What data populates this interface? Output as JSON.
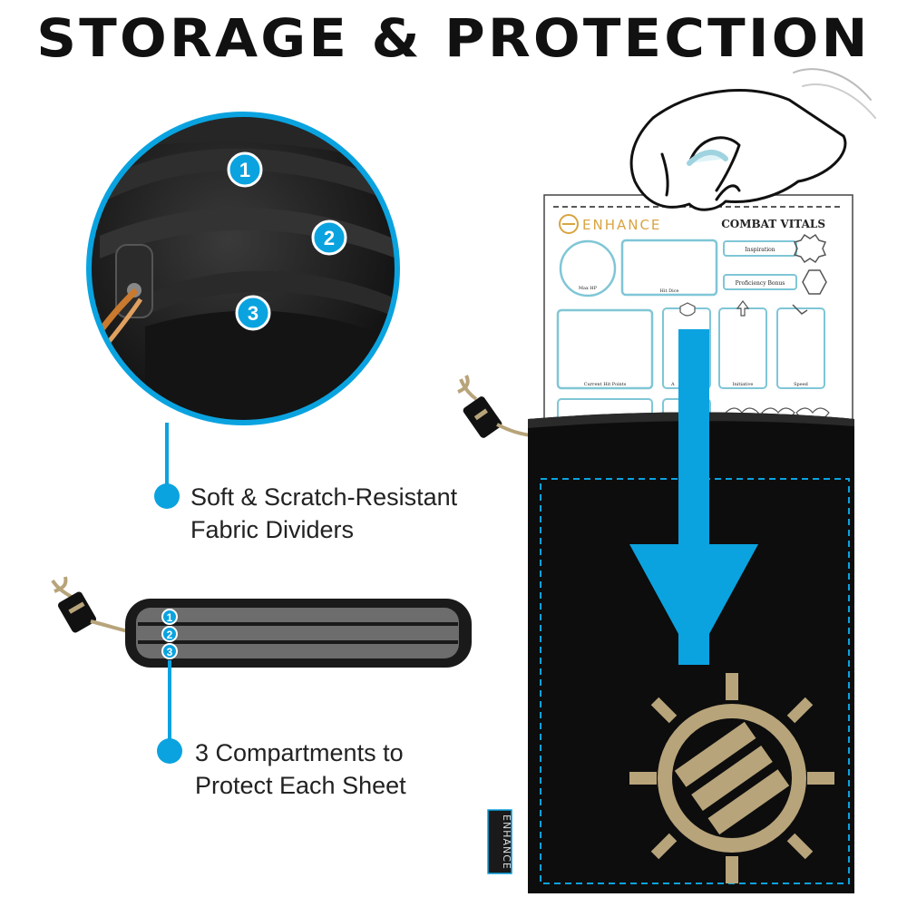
{
  "title": "STORAGE & PROTECTION",
  "colors": {
    "accent": "#0aa3e0",
    "bag": "#0d0d0d",
    "gold": "#b8a47a",
    "sheet_border": "#7fc6d6",
    "brand_orange": "#d9a441"
  },
  "closeup": {
    "markers": [
      "1",
      "2",
      "3"
    ]
  },
  "callout_dividers": {
    "line1": "Soft & Scratch-Resistant",
    "line2": "Fabric Dividers"
  },
  "callout_compartments": {
    "line1": "3 Compartments to",
    "line2": "Protect Each Sheet"
  },
  "profile": {
    "markers": [
      "1",
      "2",
      "3"
    ]
  },
  "sheet": {
    "brand": "ENHANCE",
    "heading": "COMBAT VITALS",
    "labels": {
      "max_hp": "Max HP",
      "hit_dice": "Hit Dice",
      "inspiration": "Inspiration",
      "proficiency": "Proficiency Bonus",
      "current_hp": "Current Hit Points",
      "armor": "A",
      "initiative": "Initiative",
      "speed": "Speed"
    }
  },
  "bag": {
    "label_tag": "ENHANCE"
  }
}
